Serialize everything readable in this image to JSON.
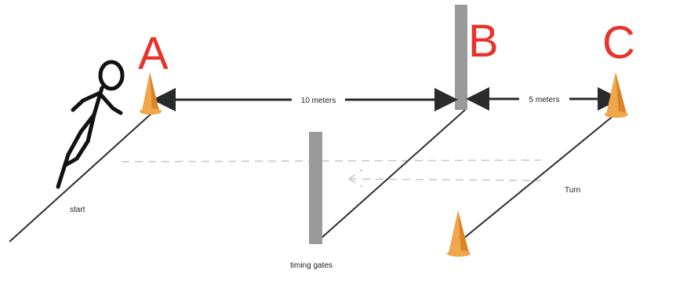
{
  "points": {
    "a_label": "A",
    "b_label": "B",
    "c_label": "C"
  },
  "distances": {
    "ab": "10 meters",
    "bc": "5 meters"
  },
  "labels": {
    "start": "start",
    "turn": "Turn",
    "timing_gates": "timing gates"
  },
  "colors": {
    "letters": "#e8332a",
    "cones": "#f0a64a",
    "gates": "#9a9a9a",
    "lines": "#2b2b2b"
  },
  "icons": {
    "runner": "running-person-icon",
    "cone": "traffic-cone-icon"
  }
}
